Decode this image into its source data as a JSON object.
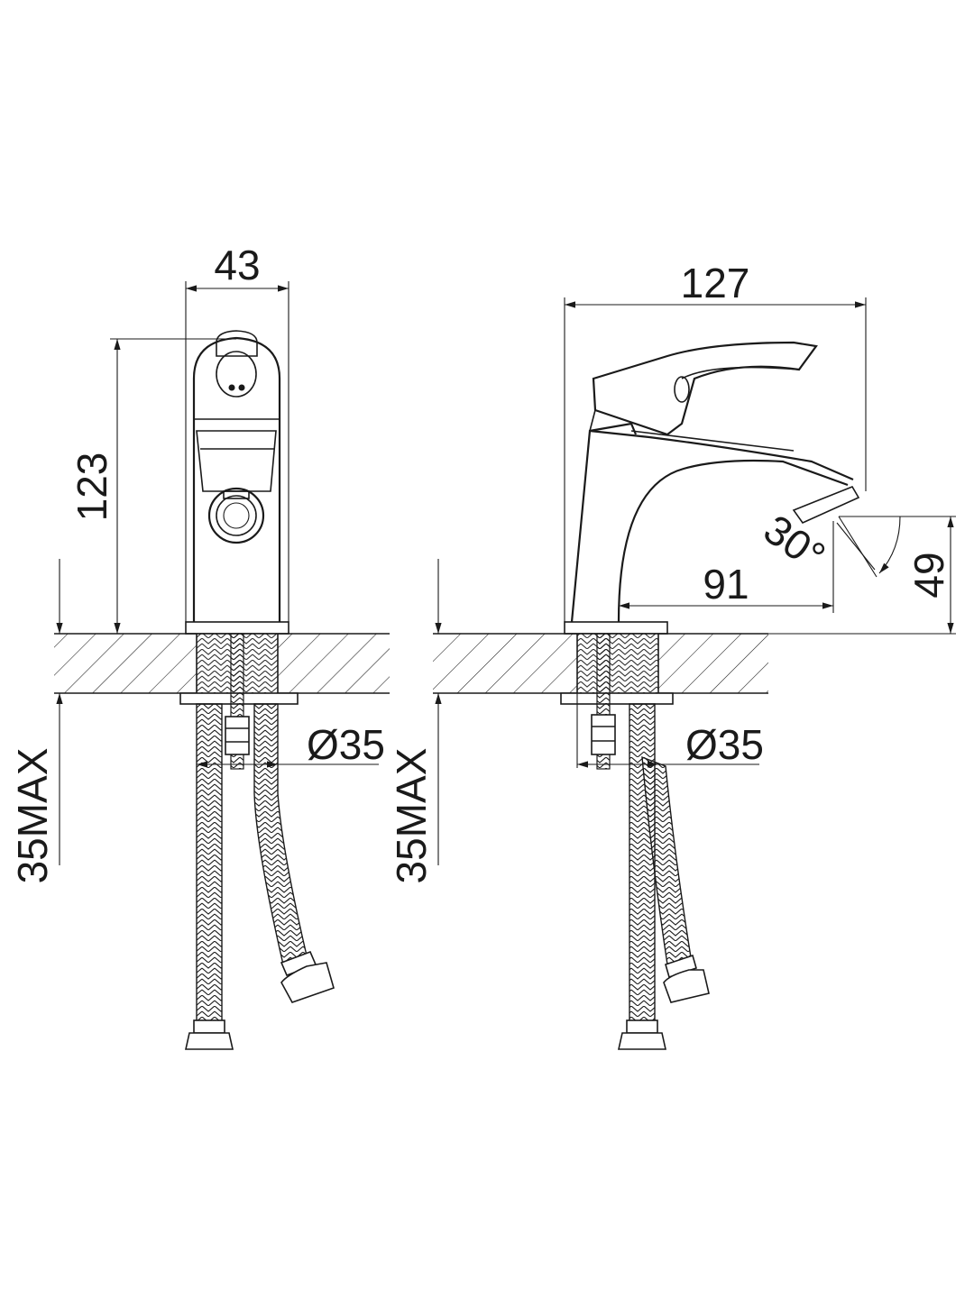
{
  "front_view": {
    "width_label": "43",
    "height_label": "123",
    "hole_label": "Ø35",
    "thickness_label": "35MAX"
  },
  "side_view": {
    "length_label": "127",
    "reach_label": "91",
    "outlet_height_label": "49",
    "angle_label": "30°",
    "hole_label": "Ø35",
    "thickness_label": "35MAX"
  }
}
